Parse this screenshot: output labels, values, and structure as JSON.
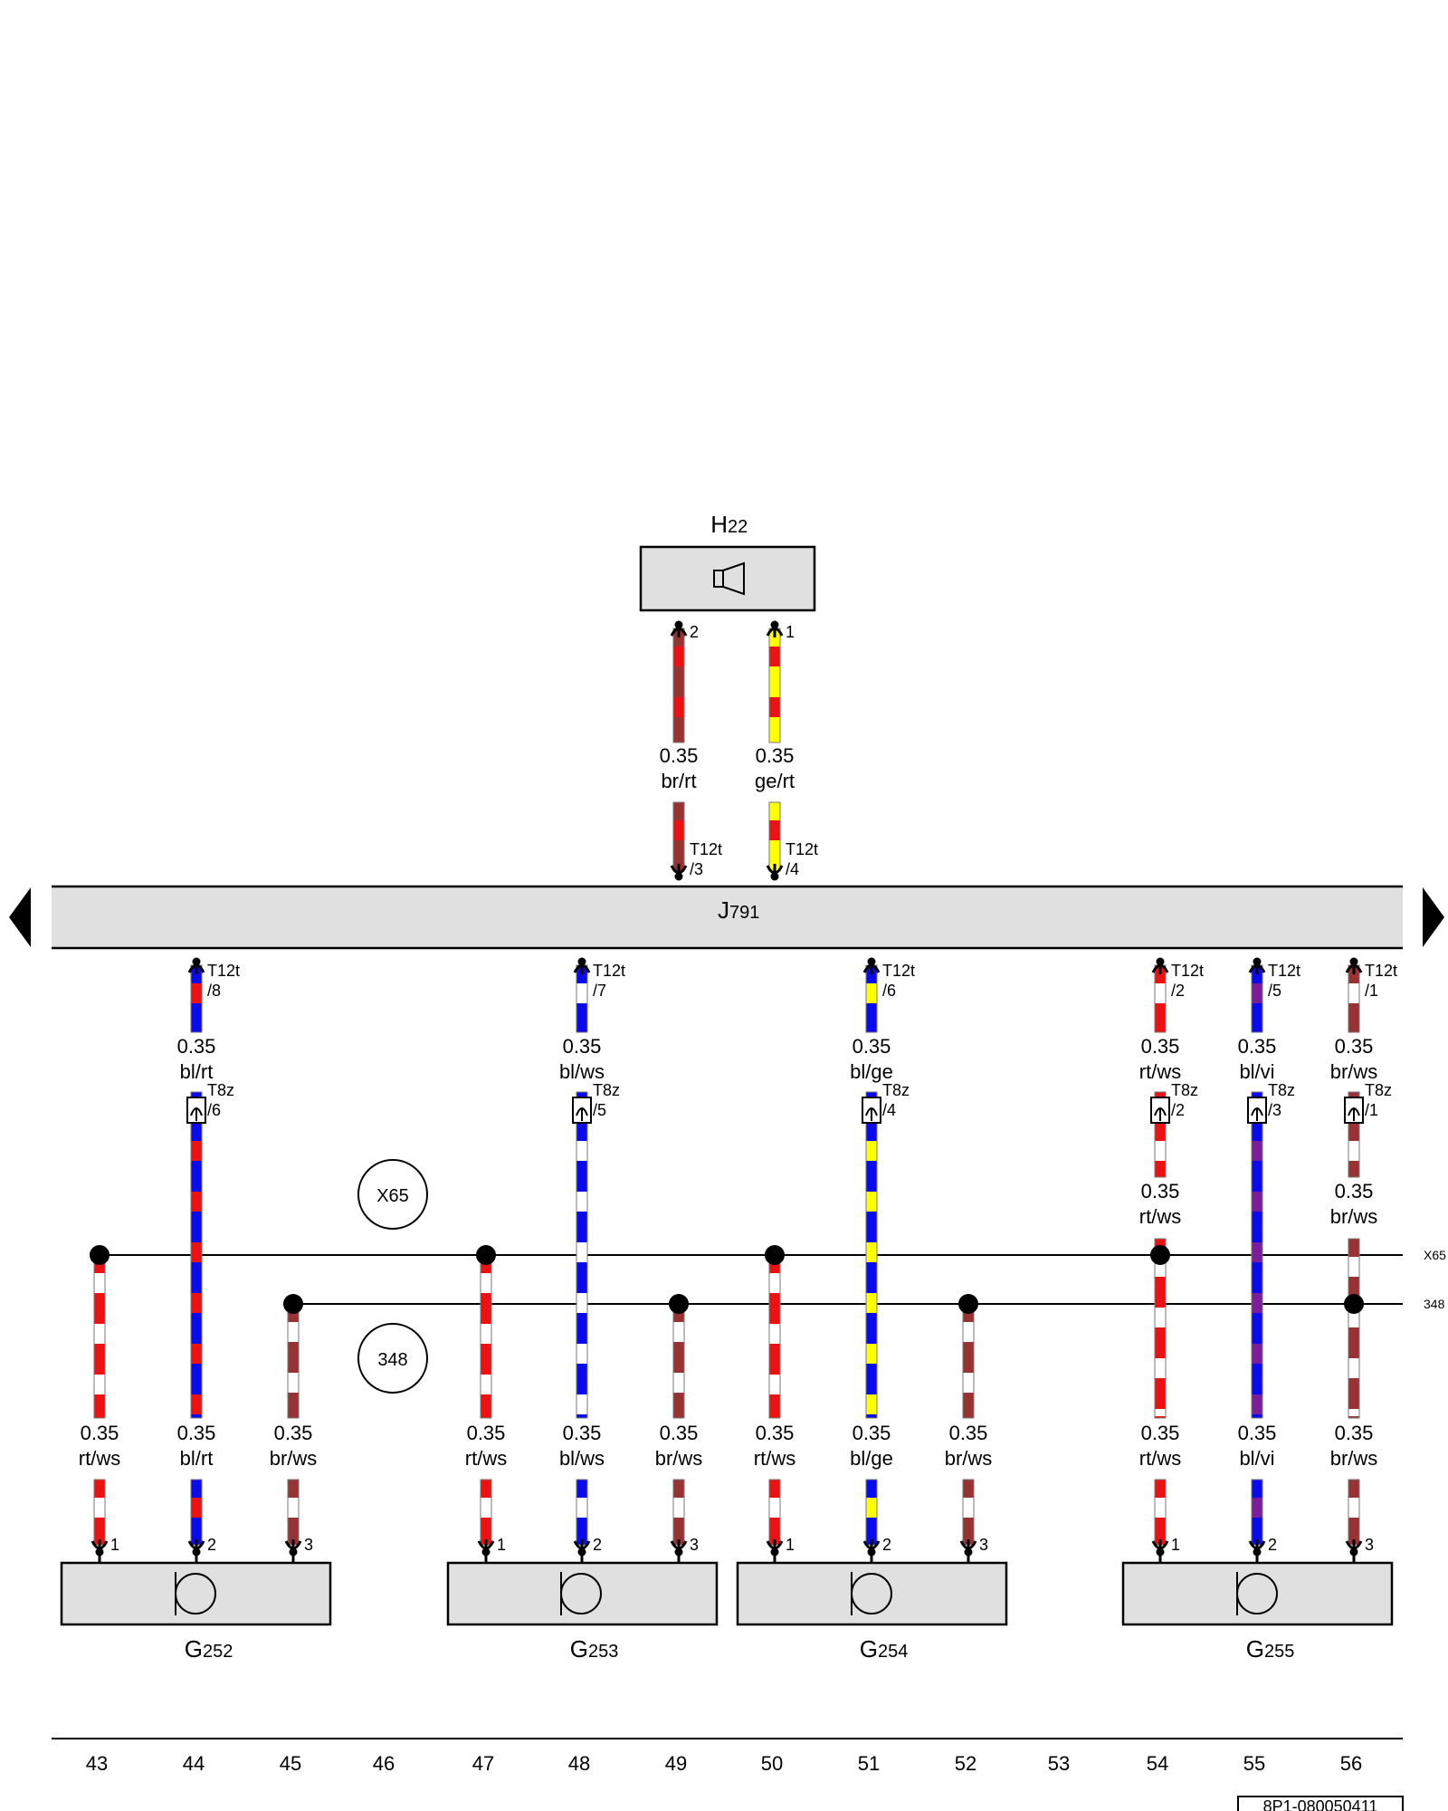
{
  "components": {
    "h22": {
      "id": "H",
      "sub": "22"
    },
    "j791": {
      "id": "J",
      "sub": "791"
    },
    "g252": {
      "id": "G",
      "sub": "252"
    },
    "g253": {
      "id": "G",
      "sub": "253"
    },
    "g254": {
      "id": "G",
      "sub": "254"
    },
    "g255": {
      "id": "G",
      "sub": "255"
    }
  },
  "ground_points": [
    {
      "label": "X65",
      "bus_label": "X65"
    },
    {
      "label": "348",
      "bus_label": "348"
    }
  ],
  "columns": [
    "43",
    "44",
    "45",
    "46",
    "47",
    "48",
    "49",
    "50",
    "51",
    "52",
    "53",
    "54",
    "55",
    "56"
  ],
  "doc_number": "8P1-080050411",
  "connectors": {
    "t12t": "T12t",
    "t8z": "T8z"
  },
  "colors": {
    "rt": "#ee1111",
    "ws": "#ffffff",
    "bl": "#0a0aee",
    "ge": "#ffff00",
    "br": "#993333",
    "vi": "#7a1e9a",
    "housing": "#e0e0e0"
  },
  "wires": {
    "h22_pin2": {
      "pin": "2",
      "conn_pin": "/3",
      "gauge": "0.35",
      "color": "br/rt"
    },
    "h22_pin1": {
      "pin": "1",
      "conn_pin": "/4",
      "gauge": "0.35",
      "color": "ge/rt"
    },
    "upper": [
      {
        "col": "44",
        "t12t_pin": "/8",
        "gauge": "0.35",
        "color": "bl/rt",
        "t8z_pin": "/6"
      },
      {
        "col": "48",
        "t12t_pin": "/7",
        "gauge": "0.35",
        "color": "bl/ws",
        "t8z_pin": "/5"
      },
      {
        "col": "51",
        "t12t_pin": "/6",
        "gauge": "0.35",
        "color": "bl/ge",
        "t8z_pin": "/4"
      },
      {
        "col": "54",
        "t12t_pin": "/2",
        "gauge": "0.35",
        "color": "rt/ws",
        "t8z_pin": "/2",
        "mid_gauge": "0.35",
        "mid_color": "rt/ws"
      },
      {
        "col": "55",
        "t12t_pin": "/5",
        "gauge": "0.35",
        "color": "bl/vi",
        "t8z_pin": "/3"
      },
      {
        "col": "56",
        "t12t_pin": "/1",
        "gauge": "0.35",
        "color": "br/ws",
        "t8z_pin": "/1",
        "mid_gauge": "0.35",
        "mid_color": "br/ws"
      }
    ],
    "lower": [
      {
        "col": "43",
        "gauge": "0.35",
        "color": "rt/ws",
        "pin": "1"
      },
      {
        "col": "44",
        "gauge": "0.35",
        "color": "bl/rt",
        "pin": "2"
      },
      {
        "col": "45",
        "gauge": "0.35",
        "color": "br/ws",
        "pin": "3"
      },
      {
        "col": "47",
        "gauge": "0.35",
        "color": "rt/ws",
        "pin": "1"
      },
      {
        "col": "48",
        "gauge": "0.35",
        "color": "bl/ws",
        "pin": "2"
      },
      {
        "col": "49",
        "gauge": "0.35",
        "color": "br/ws",
        "pin": "3"
      },
      {
        "col": "50",
        "gauge": "0.35",
        "color": "rt/ws",
        "pin": "1"
      },
      {
        "col": "51",
        "gauge": "0.35",
        "color": "bl/ge",
        "pin": "2"
      },
      {
        "col": "52",
        "gauge": "0.35",
        "color": "br/ws",
        "pin": "3"
      },
      {
        "col": "54",
        "gauge": "0.35",
        "color": "rt/ws",
        "pin": "1"
      },
      {
        "col": "55",
        "gauge": "0.35",
        "color": "bl/vi",
        "pin": "2"
      },
      {
        "col": "56",
        "gauge": "0.35",
        "color": "br/ws",
        "pin": "3"
      }
    ]
  }
}
